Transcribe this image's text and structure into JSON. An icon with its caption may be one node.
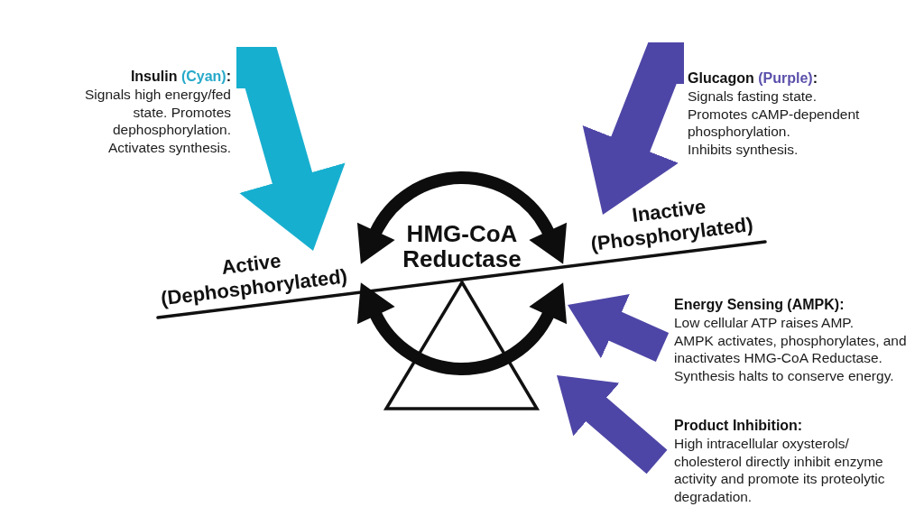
{
  "diagram": {
    "nodes": [
      {
        "text": [
          "Insulin (Cyan):",
          "Signals high energy/fed state. Promotes dephosphorylation. Activates synthesis."
        ]
      },
      {
        "text": [
          "Glucagon (Purple):",
          "Signals fasting state.",
          "Promotes cAMP-dependent phosphorylation.",
          "Inhibits synthesis."
        ]
      },
      {
        "text": [
          "Active (Dephosphorylated)"
        ]
      },
      {
        "text": [
          "HMG-CoA Reductase"
        ]
      },
      {
        "text": [
          "Inactive (Phosphorylated)"
        ]
      },
      {
        "text": [
          "Energy Sensing (AMPK):",
          "Low cellular ATP raises AMP.",
          "AMPK activates, phosphorylates, and inactivates HMG-CoA Reductase.",
          "Synthesis halts to conserve energy."
        ]
      },
      {
        "text": [
          "Product Inhibition:",
          "High intracellular oxysterols/ cholesterol directly inhibit enzyme activity and promote its proteolytic degradation."
        ]
      }
    ],
    "edges": [
      {
        "from": 0,
        "to": 2,
        "arrow": "to",
        "color": "#17afcf"
      },
      {
        "from": 1,
        "to": 4,
        "arrow": "to",
        "color": "#4e46a6"
      },
      {
        "from": 5,
        "to": 3,
        "arrow": "to",
        "color": "#4e46a6"
      },
      {
        "from": 6,
        "to": 3,
        "arrow": "to",
        "color": "#4e46a6"
      }
    ]
  }
}
